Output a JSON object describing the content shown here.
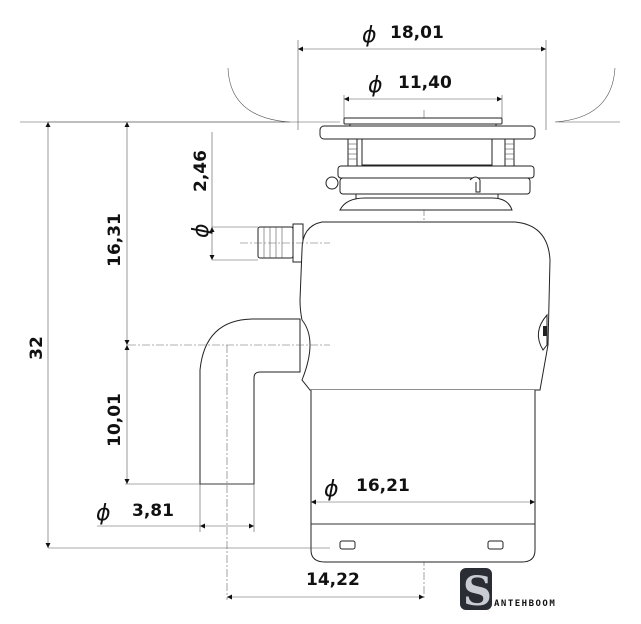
{
  "drawing": {
    "subject": "Food waste disposer — side elevation with dimensions",
    "units": "cm",
    "dimensions": {
      "sink_flange_outer_diameter": {
        "symbol": "ϕ",
        "value": "18,01"
      },
      "sink_flange_inner_diameter": {
        "symbol": "ϕ",
        "value": "11,40"
      },
      "dishwasher_inlet_diameter": {
        "symbol": "ϕ",
        "value": "2,46"
      },
      "top_to_outlet_centerline": {
        "value": "16,31"
      },
      "total_height": {
        "value": "32"
      },
      "outlet_centerline_to_elbow_end": {
        "value": "10,01"
      },
      "outlet_pipe_diameter": {
        "symbol": "ϕ",
        "value": "3,81"
      },
      "body_diameter": {
        "symbol": "ϕ",
        "value": "16,21"
      },
      "outlet_to_center_offset": {
        "value": "14,22"
      }
    }
  },
  "brand": {
    "logo_letter": "S",
    "name": "ANTEHBOOM"
  },
  "colors": {
    "line": "#333333",
    "text": "#111111",
    "background": "#ffffff"
  }
}
